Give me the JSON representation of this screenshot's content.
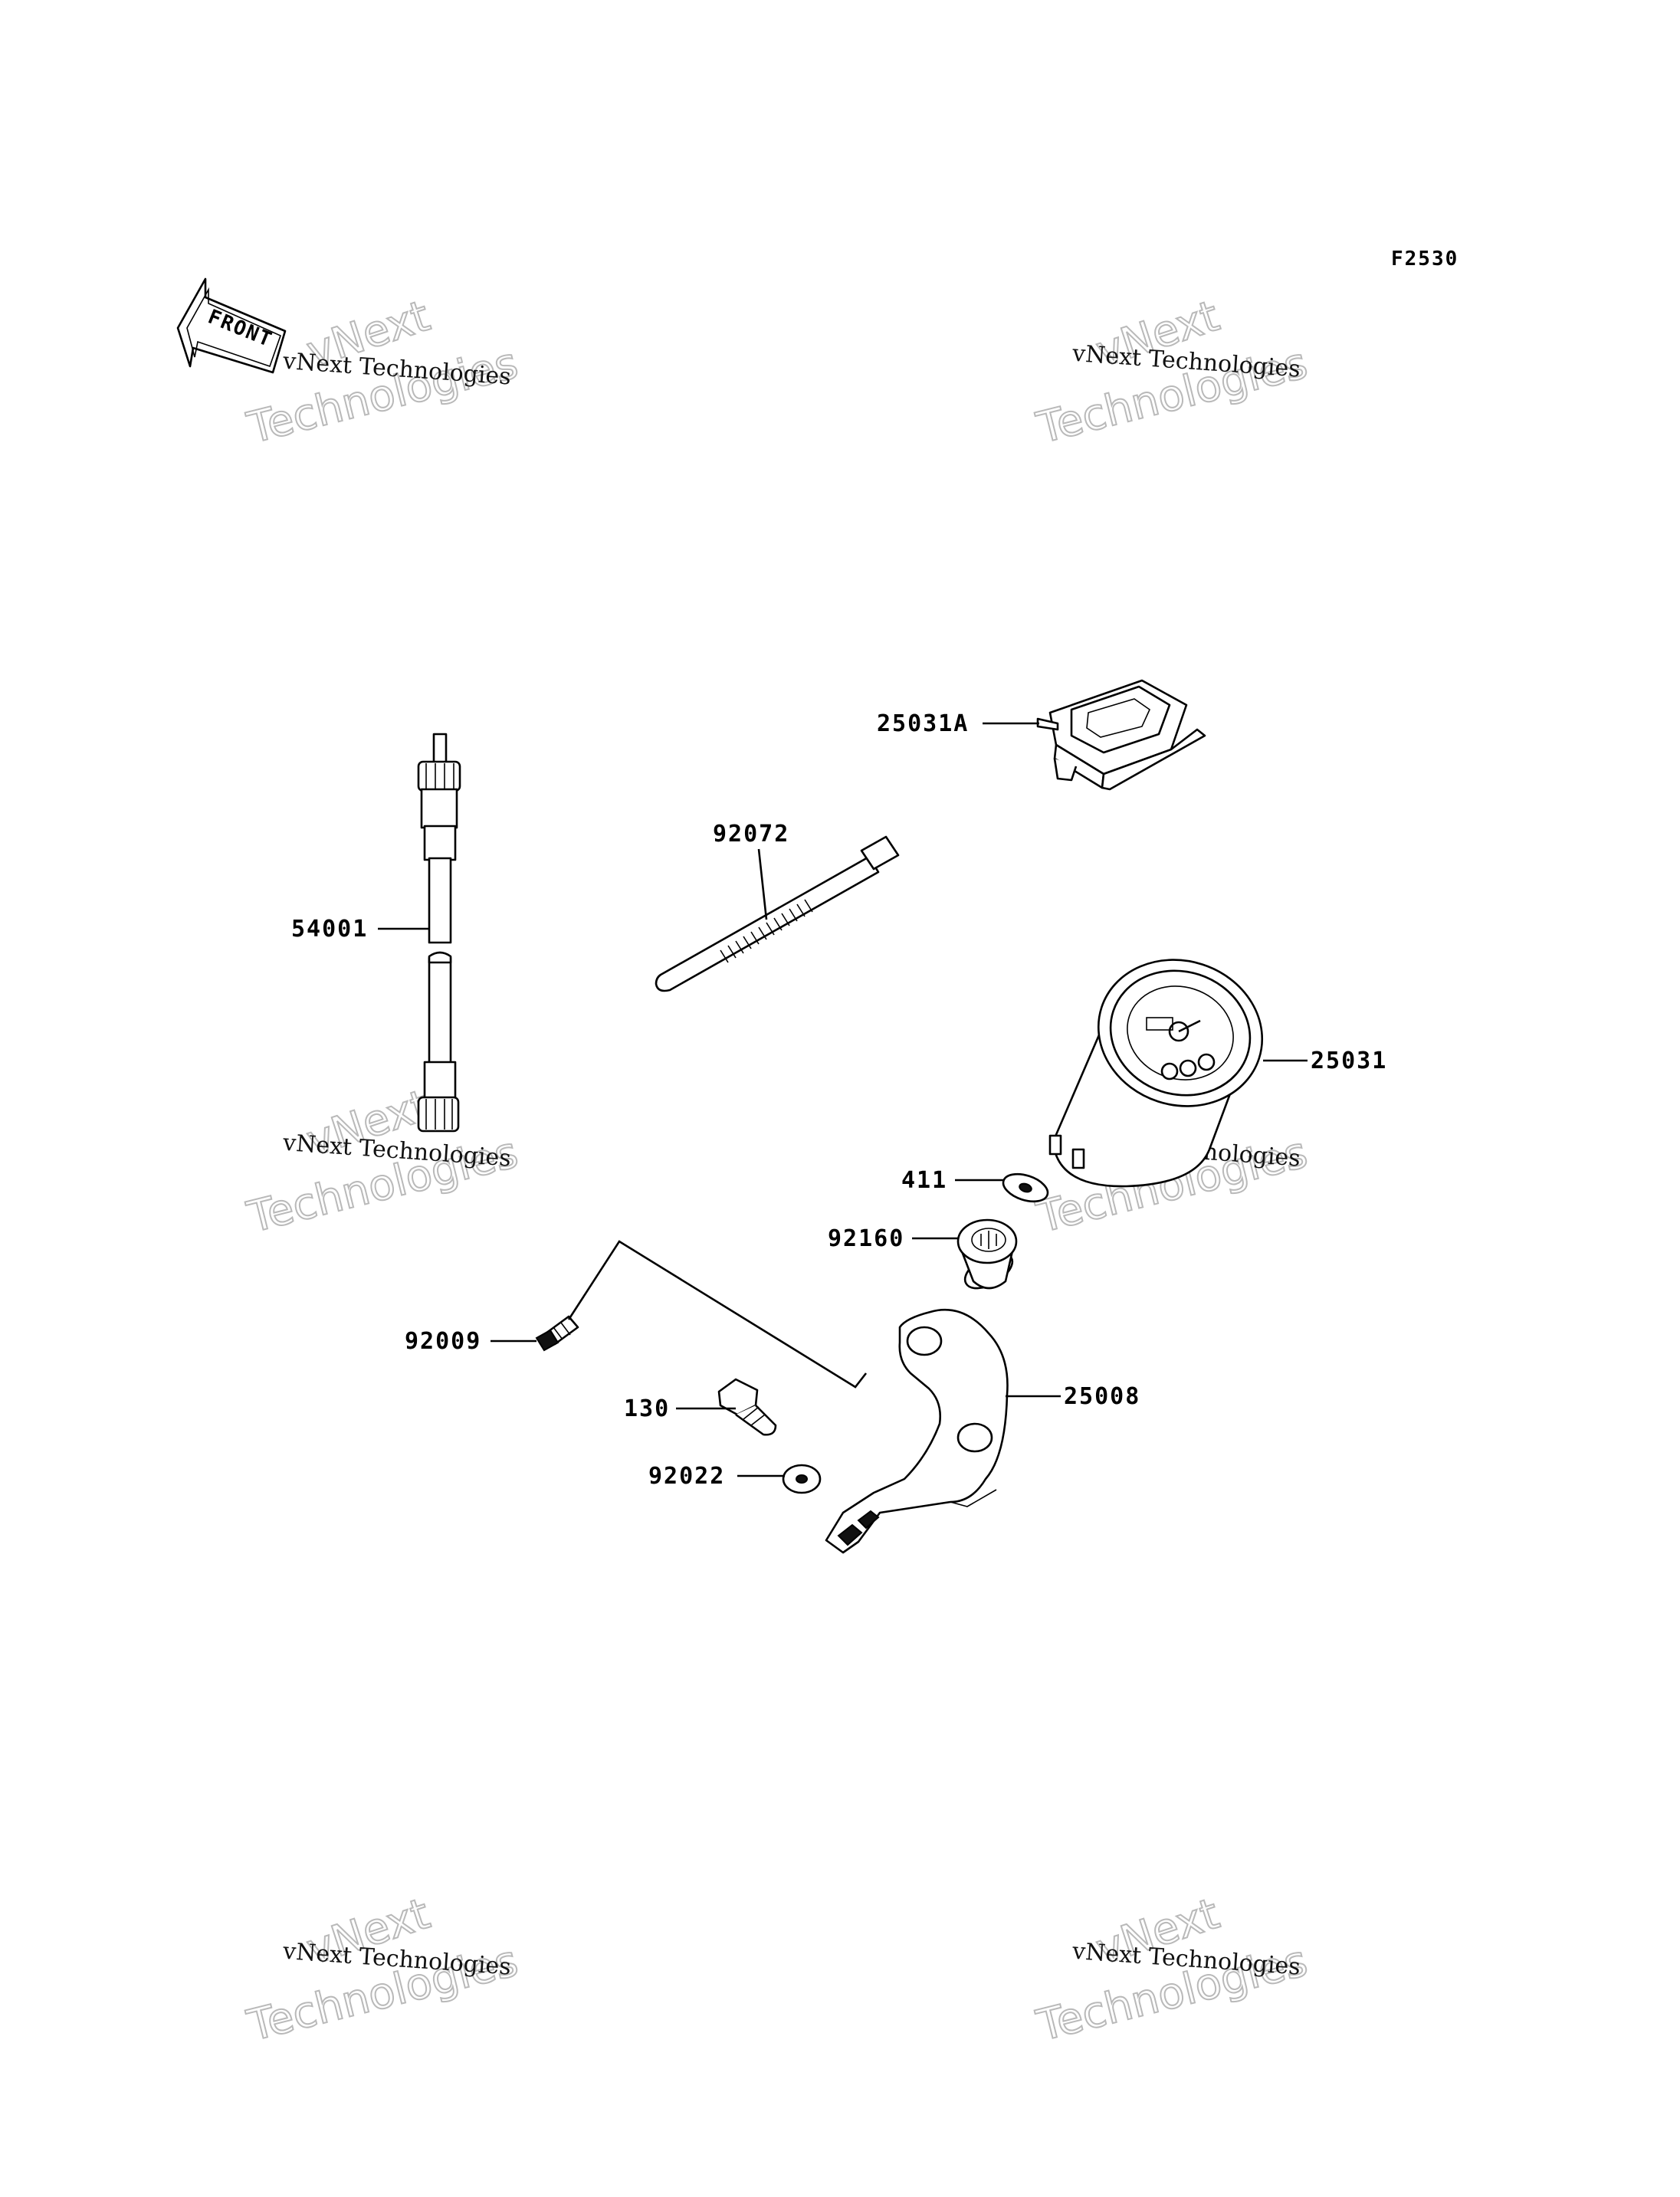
{
  "figure_code": "F2530",
  "front_arrow_label": "FRONT",
  "watermark": {
    "line_small": "vNext Technologies",
    "line_big_1": "vNext",
    "line_big_2": "Technologies"
  },
  "callouts": [
    {
      "id": "25031A",
      "label": "25031A"
    },
    {
      "id": "92072",
      "label": "92072"
    },
    {
      "id": "54001",
      "label": "54001"
    },
    {
      "id": "25031",
      "label": "25031"
    },
    {
      "id": "411",
      "label": "411"
    },
    {
      "id": "92160",
      "label": "92160"
    },
    {
      "id": "92009",
      "label": "92009"
    },
    {
      "id": "25008",
      "label": "25008"
    },
    {
      "id": "130",
      "label": "130"
    },
    {
      "id": "92022",
      "label": "92022"
    }
  ]
}
